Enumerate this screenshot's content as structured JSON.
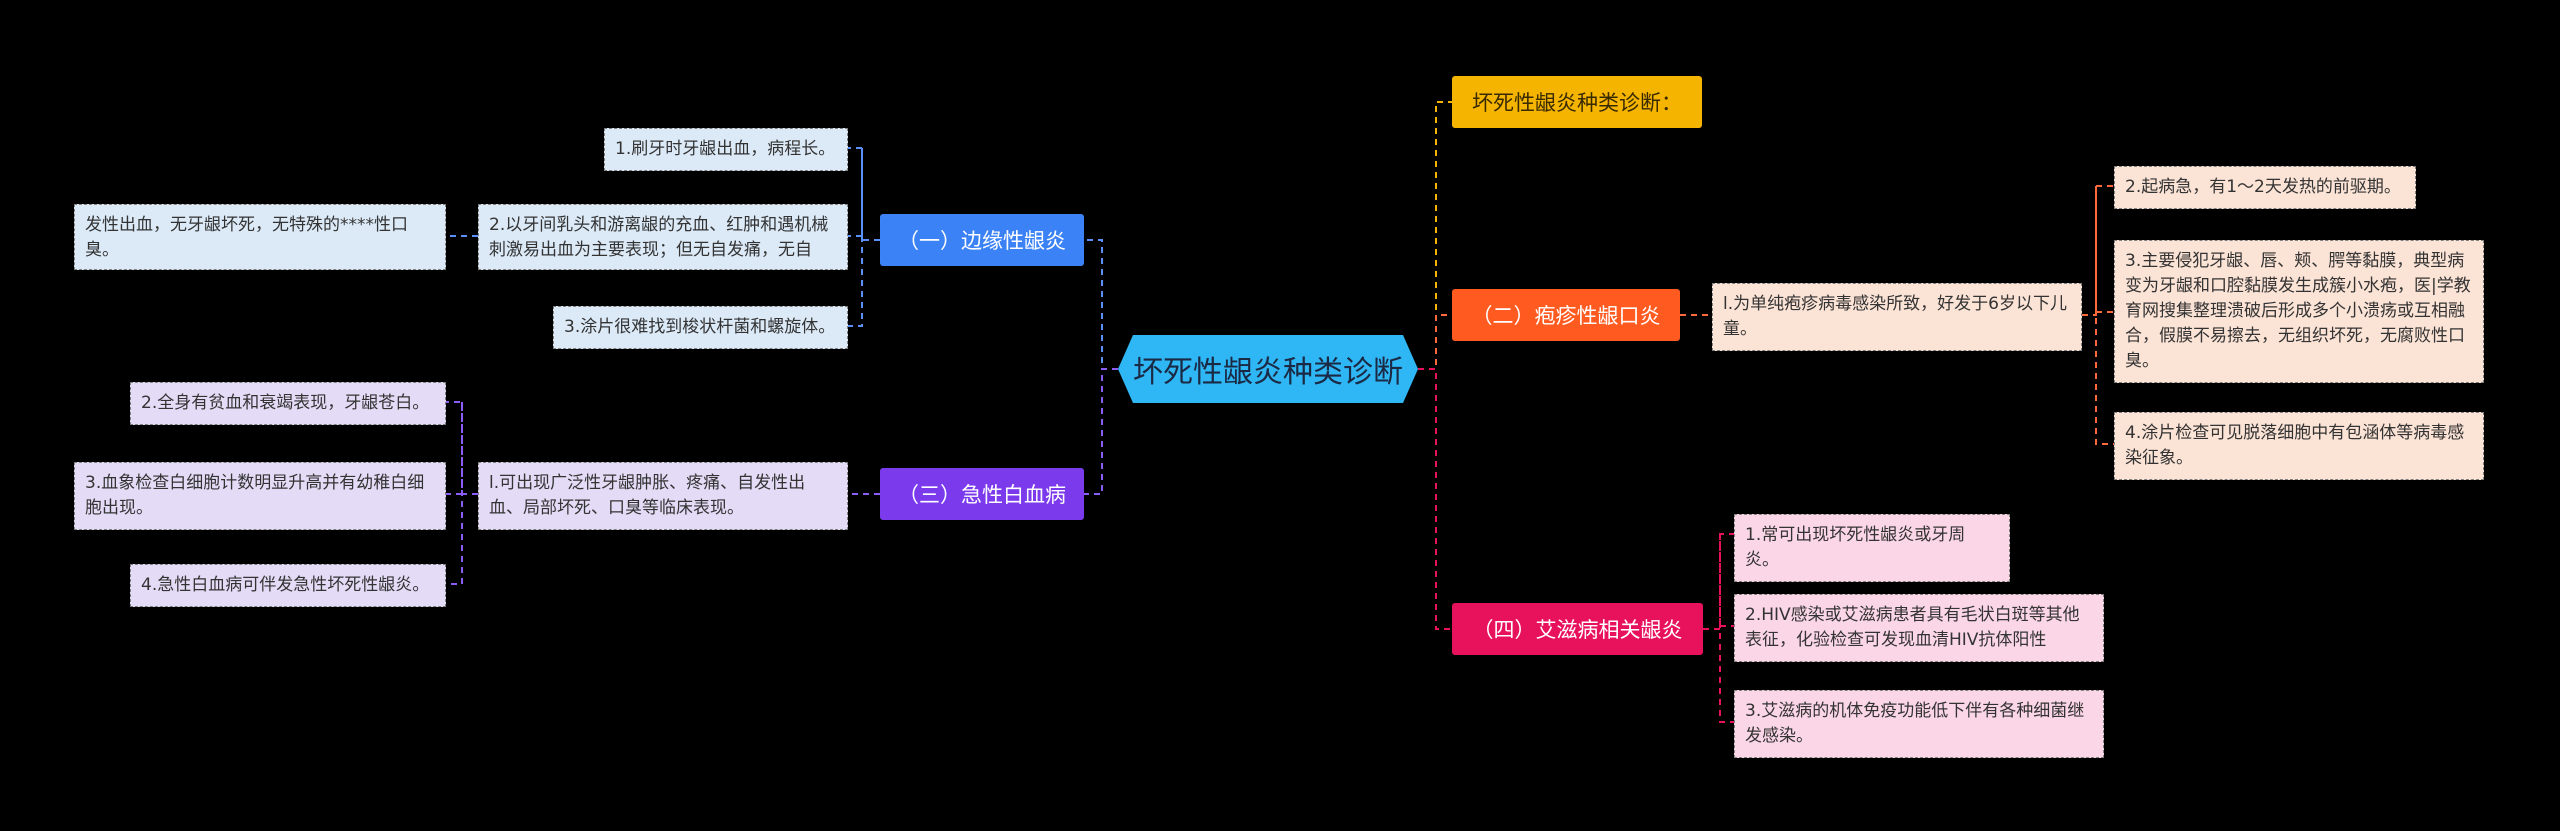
{
  "root": {
    "label": "坏死性龈炎种类诊断"
  },
  "branches": {
    "b1": {
      "label": "（一）边缘性龈炎",
      "color": "#3b82f6"
    },
    "b2": {
      "label": "（三）急性白血病",
      "color": "#7c3aed"
    },
    "b3": {
      "label": "坏死性龈炎种类诊断：",
      "color": "#f4b400"
    },
    "b4": {
      "label": "（二）疱疹性龈口炎",
      "color": "#ff5a1f"
    },
    "b5": {
      "label": "（四）艾滋病相关龈炎",
      "color": "#e8125c"
    }
  },
  "leaves": {
    "b1_1": "1.刷牙时牙龈出血，病程长。",
    "b1_2": "2.以牙间乳头和游离龈的充血、红肿和遇机械刺激易出血为主要表现；但无自发痛，无自",
    "b1_2a": "发性出血，无牙龈坏死，无特殊的****性口臭。",
    "b1_3": "3.涂片很难找到梭状杆菌和螺旋体。",
    "b2_1": "l.可出现广泛性牙龈肿胀、疼痛、自发性出血、局部坏死、口臭等临床表现。",
    "b2_1a": "2.全身有贫血和衰竭表现，牙龈苍白。",
    "b2_1b": "3.血象检查白细胞计数明显升高并有幼稚白细胞出现。",
    "b2_1c": "4.急性白血病可伴发急性坏死性龈炎。",
    "b4_1": "l.为单纯疱疹病毒感染所致，好发于6岁以下儿童。",
    "b4_1a": "2.起病急，有1～2天发热的前驱期。",
    "b4_1b": "3.主要侵犯牙龈、唇、颊、腭等黏膜，典型病变为牙龈和口腔黏膜发生成簇小水疱，医|学教育网搜集整理溃破后形成多个小溃疡或互相融合，假膜不易擦去，无组织坏死，无腐败性口臭。",
    "b4_1c": "4.涂片检查可见脱落细胞中有包涵体等病毒感染征象。",
    "b5_1": "1.常可出现坏死性龈炎或牙周炎。",
    "b5_2": "2.HIV感染或艾滋病患者具有毛状白斑等其他表征，化验检查可发现血清HIV抗体阳性",
    "b5_3": "3.艾滋病的机体免疫功能低下伴有各种细菌继发感染。"
  },
  "colors": {
    "blue_wire": "#5b8ff9",
    "purple_wire": "#8b5cf6",
    "yellow_wire": "#f4b400",
    "orange_wire": "#ff6a3d",
    "pink_wire": "#e8125c"
  }
}
